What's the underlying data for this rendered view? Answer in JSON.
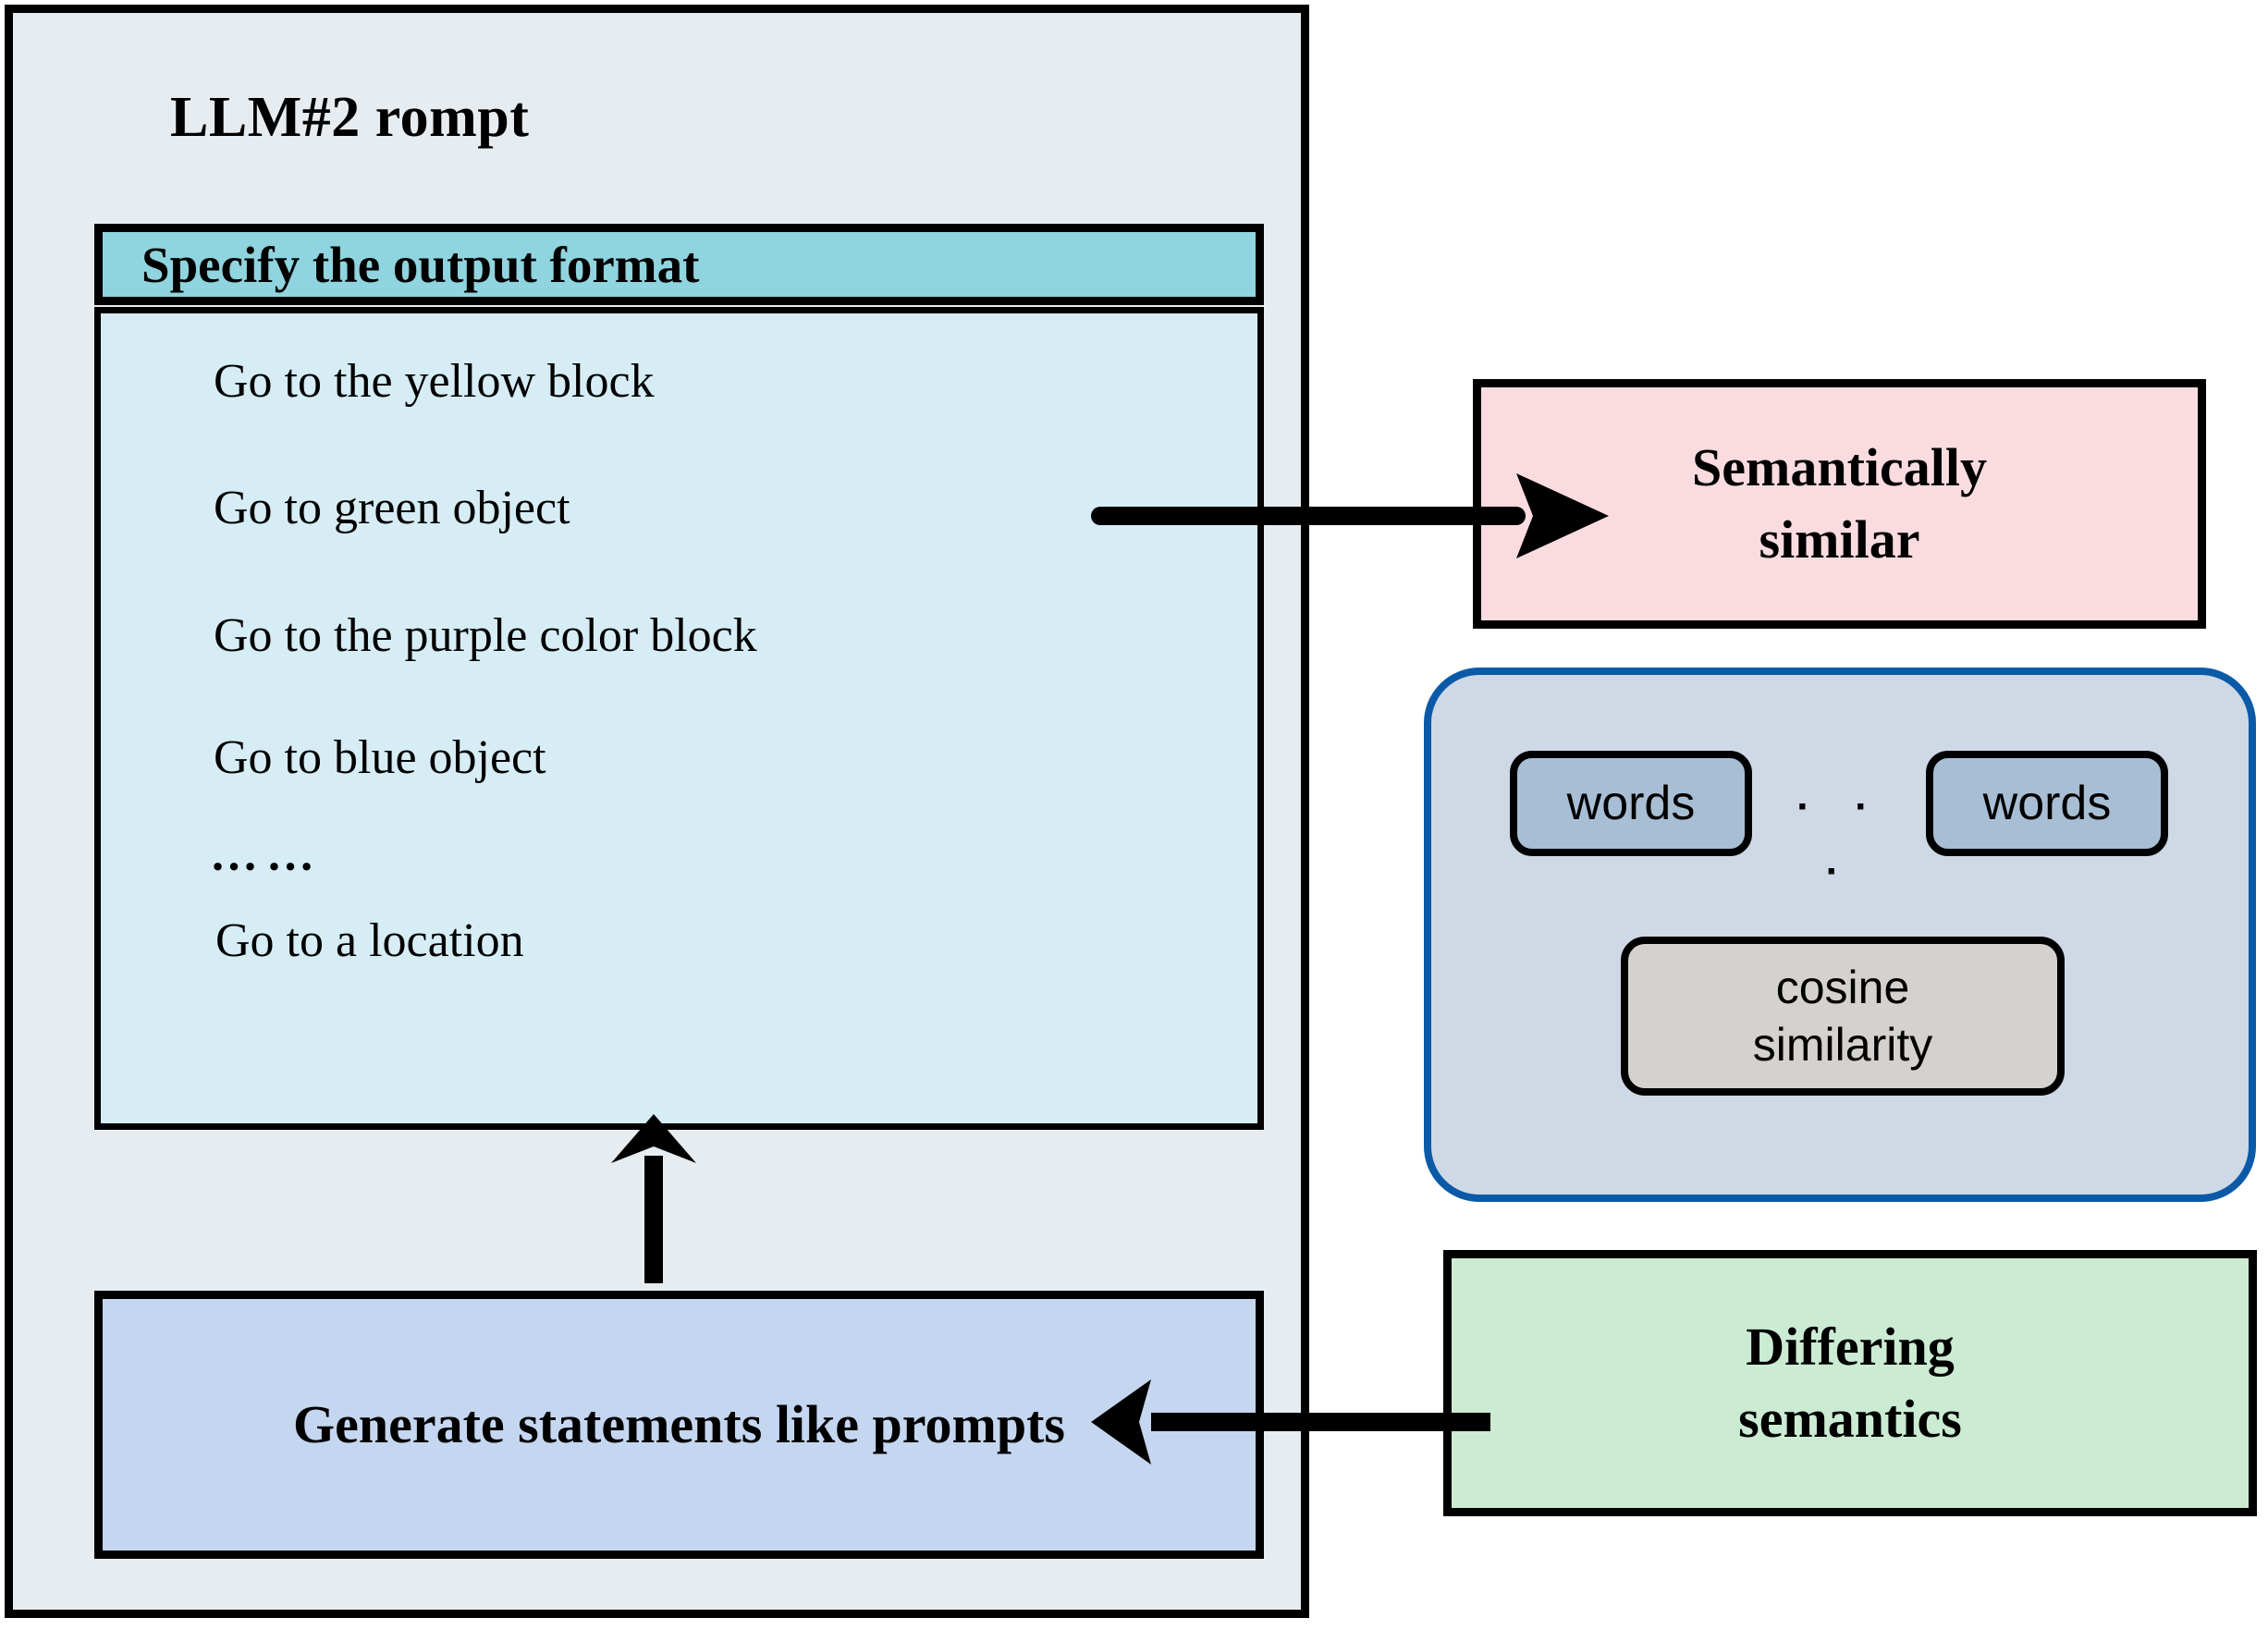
{
  "diagram": {
    "title": "LLM#2 rompt",
    "prompt_panel": {
      "header_label": "Specify the output format",
      "list_items": [
        "Go to the yellow block",
        "Go to green object",
        "Go to the purple color block",
        "Go to blue object"
      ],
      "ellipsis": "……",
      "final_item": "Go to a location",
      "generate_label": "Generate statements like prompts"
    },
    "semantically_similar_box": {
      "label_line1": "Semantically",
      "label_line2": "similar"
    },
    "embedding_panel": {
      "word_pill_left": "words",
      "word_pill_right": "words",
      "pill_ellipsis": "· · ·",
      "cosine_line1": "cosine",
      "cosine_line2": "similarity"
    },
    "differing_semantics_box": {
      "label_line1": "Differing",
      "label_line2": "semantics"
    },
    "arrows": [
      {
        "name": "list-to-semantically-similar",
        "direction": "right"
      },
      {
        "name": "generate-to-list",
        "direction": "up"
      },
      {
        "name": "differing-to-generate",
        "direction": "left"
      }
    ],
    "colors": {
      "outer_panel_bg": "#E7ECF0",
      "header_teal": "#8FD4DE",
      "list_light_blue": "#D6EDF5",
      "generate_periwinkle": "#C5D6F0",
      "pink": "#FADCE0",
      "round_panel_bg": "#CFD9E6",
      "round_panel_border": "#0B5AA8",
      "word_pill": "#A8BED4",
      "cosine_pill": "#D4D1CE",
      "green": "#CBEBD3",
      "stroke": "#000000"
    }
  }
}
